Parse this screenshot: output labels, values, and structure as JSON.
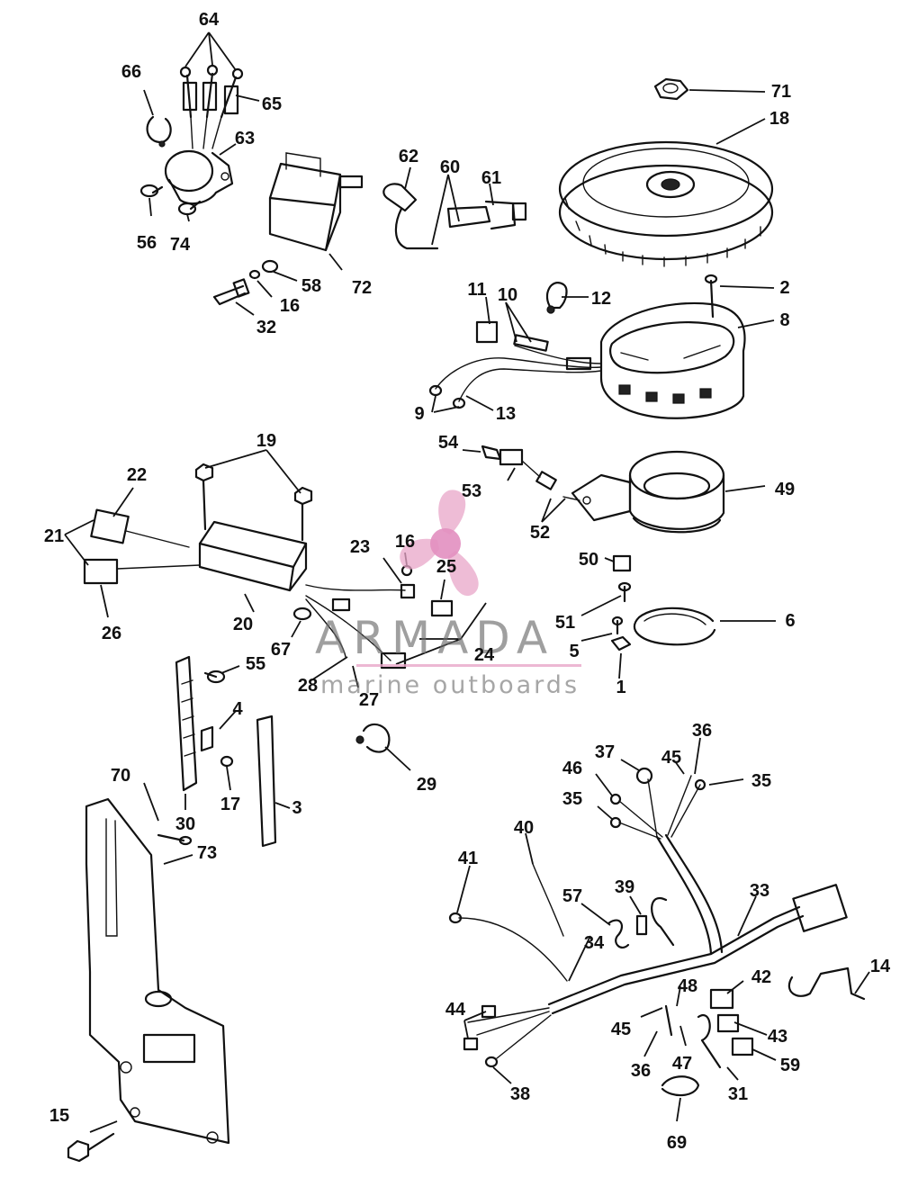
{
  "diagram": {
    "labels": [
      {
        "id": "64",
        "text": "64"
      },
      {
        "id": "66",
        "text": "66"
      },
      {
        "id": "65",
        "text": "65"
      },
      {
        "id": "63",
        "text": "63"
      },
      {
        "id": "56",
        "text": "56"
      },
      {
        "id": "74",
        "text": "74"
      },
      {
        "id": "72",
        "text": "72"
      },
      {
        "id": "58",
        "text": "58"
      },
      {
        "id": "16a",
        "text": "16"
      },
      {
        "id": "32",
        "text": "32"
      },
      {
        "id": "62",
        "text": "62"
      },
      {
        "id": "60",
        "text": "60"
      },
      {
        "id": "61",
        "text": "61"
      },
      {
        "id": "71",
        "text": "71"
      },
      {
        "id": "18",
        "text": "18"
      },
      {
        "id": "2",
        "text": "2"
      },
      {
        "id": "12",
        "text": "12"
      },
      {
        "id": "11",
        "text": "11"
      },
      {
        "id": "10",
        "text": "10"
      },
      {
        "id": "8",
        "text": "8"
      },
      {
        "id": "9",
        "text": "9"
      },
      {
        "id": "13",
        "text": "13"
      },
      {
        "id": "19",
        "text": "19"
      },
      {
        "id": "22",
        "text": "22"
      },
      {
        "id": "21",
        "text": "21"
      },
      {
        "id": "26",
        "text": "26"
      },
      {
        "id": "20",
        "text": "20"
      },
      {
        "id": "23",
        "text": "23"
      },
      {
        "id": "16b",
        "text": "16"
      },
      {
        "id": "25",
        "text": "25"
      },
      {
        "id": "54",
        "text": "54"
      },
      {
        "id": "53",
        "text": "53"
      },
      {
        "id": "52",
        "text": "52"
      },
      {
        "id": "49",
        "text": "49"
      },
      {
        "id": "50",
        "text": "50"
      },
      {
        "id": "51",
        "text": "51"
      },
      {
        "id": "5",
        "text": "5"
      },
      {
        "id": "6",
        "text": "6"
      },
      {
        "id": "1",
        "text": "1"
      },
      {
        "id": "67",
        "text": "67"
      },
      {
        "id": "24",
        "text": "24"
      },
      {
        "id": "28",
        "text": "28"
      },
      {
        "id": "27",
        "text": "27"
      },
      {
        "id": "55",
        "text": "55"
      },
      {
        "id": "4",
        "text": "4"
      },
      {
        "id": "17",
        "text": "17"
      },
      {
        "id": "3",
        "text": "3"
      },
      {
        "id": "29",
        "text": "29"
      },
      {
        "id": "70",
        "text": "70"
      },
      {
        "id": "30",
        "text": "30"
      },
      {
        "id": "73",
        "text": "73"
      },
      {
        "id": "15",
        "text": "15"
      },
      {
        "id": "36a",
        "text": "36"
      },
      {
        "id": "37",
        "text": "37"
      },
      {
        "id": "45a",
        "text": "45"
      },
      {
        "id": "46",
        "text": "46"
      },
      {
        "id": "35a",
        "text": "35"
      },
      {
        "id": "35b",
        "text": "35"
      },
      {
        "id": "40",
        "text": "40"
      },
      {
        "id": "41",
        "text": "41"
      },
      {
        "id": "39",
        "text": "39"
      },
      {
        "id": "57",
        "text": "57"
      },
      {
        "id": "33",
        "text": "33"
      },
      {
        "id": "34",
        "text": "34"
      },
      {
        "id": "14",
        "text": "14"
      },
      {
        "id": "42",
        "text": "42"
      },
      {
        "id": "48",
        "text": "48"
      },
      {
        "id": "44",
        "text": "44"
      },
      {
        "id": "45b",
        "text": "45"
      },
      {
        "id": "36b",
        "text": "36"
      },
      {
        "id": "47",
        "text": "47"
      },
      {
        "id": "43",
        "text": "43"
      },
      {
        "id": "59",
        "text": "59"
      },
      {
        "id": "38",
        "text": "38"
      },
      {
        "id": "31",
        "text": "31"
      },
      {
        "id": "69",
        "text": "69"
      }
    ]
  },
  "watermark": {
    "brand": "ARMADA",
    "tagline": "marine outboards",
    "logo_color": "#e8a6c8",
    "logo_core_color": "#e28fc0",
    "text_color": "#6b6b6b"
  },
  "colors": {
    "line": "#111111",
    "background": "#ffffff"
  }
}
